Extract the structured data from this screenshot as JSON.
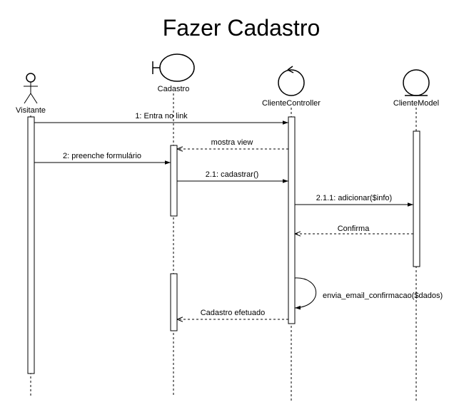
{
  "title": "Fazer Cadastro",
  "participants": [
    {
      "label": "Visitante",
      "kind": "actor-icon"
    },
    {
      "label": "Cadastro",
      "kind": "boundary-icon"
    },
    {
      "label": "ClienteController",
      "kind": "control-icon"
    },
    {
      "label": "ClienteModel",
      "kind": "entity-icon"
    }
  ],
  "messages": [
    {
      "label": "1: Entra no link",
      "type": "sync"
    },
    {
      "label": "mostra view",
      "type": "return"
    },
    {
      "label": "2: preenche formulário",
      "type": "sync"
    },
    {
      "label": "2.1: cadastrar()",
      "type": "sync"
    },
    {
      "label": "2.1.1: adicionar($info)",
      "type": "sync"
    },
    {
      "label": "Confirma",
      "type": "return"
    },
    {
      "label": "envia_email_confirmacao($dados)",
      "type": "self"
    },
    {
      "label": "Cadastro efetuado",
      "type": "return"
    }
  ]
}
